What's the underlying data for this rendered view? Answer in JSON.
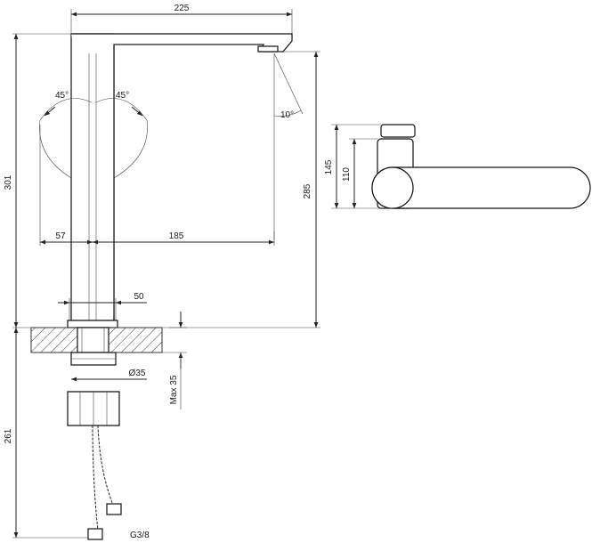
{
  "dimensions": {
    "top_width": "225",
    "angle_left": "45°",
    "angle_right": "45°",
    "spout_angle": "10°",
    "total_height": "301",
    "spout_height": "285",
    "reach_left": "57",
    "reach_right": "185",
    "base_width": "50",
    "shank_diameter": "Ø35",
    "max_thickness": "Max 35",
    "below_counter": "261",
    "hose_thread": "G3/8",
    "plan_height_outer": "145",
    "plan_height_inner": "110"
  },
  "colors": {
    "line": "#222222",
    "hatch": "#333333",
    "background": "#ffffff"
  }
}
